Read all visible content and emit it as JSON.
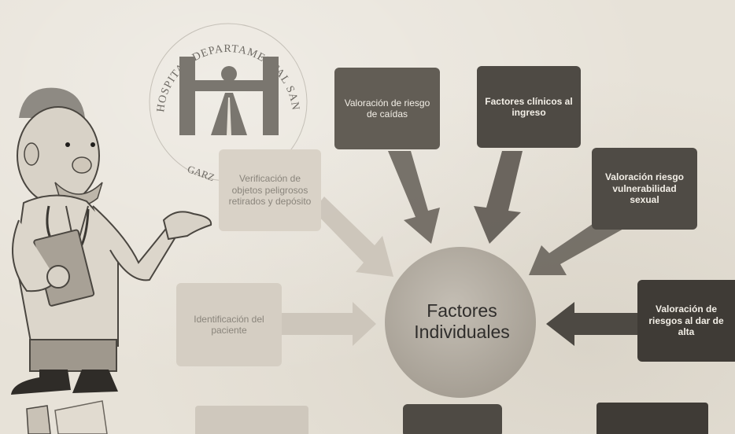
{
  "seal": {
    "text": "HOSPITAL DEPARTAMENTAL SAN VICENTE DE PAÚL E.S.E.",
    "bottom_text": "GARZ"
  },
  "center": {
    "line1": "Factores",
    "line2": "Individuales"
  },
  "boxes": {
    "riesgo_caidas": "Valoración de riesgo de caídas",
    "factores_clinicos": "Factores clínicos al ingreso",
    "vulnerabilidad": "Valoración riesgo vulnerabilidad sexual",
    "objetos_peligrosos": "Verificación de objetos peligrosos retirados y depósito",
    "identificacion": "Identificación del paciente",
    "dar_alta": "Valoración de riesgos al dar de alta"
  },
  "colors": {
    "dark_box": "#555049",
    "darker_box": "#3f3b36",
    "light_box": "#d6cfc4",
    "circle": "#b7b0a6",
    "arrow_dark": "#6a655d",
    "arrow_light": "#cbc4b9",
    "seal": "#6e6a64"
  }
}
